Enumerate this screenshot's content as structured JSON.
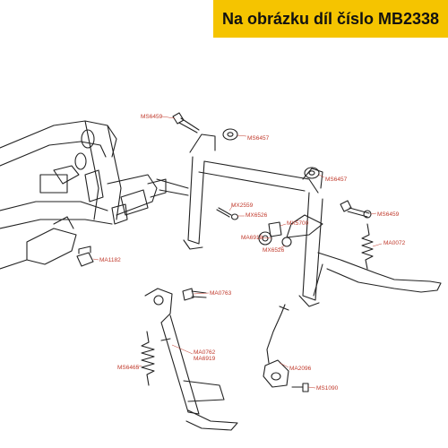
{
  "banner": {
    "text": "Na obrázku díl číslo MB2338",
    "bg": "#f5c400"
  },
  "colors": {
    "label": "#c0392b",
    "line": "#222222",
    "leader": "#c0392b"
  },
  "labels": {
    "ms6459_top": "MS6459",
    "ms6457_top": "MS6457",
    "ms6457_mid": "MS6457",
    "ms6459_right": "MS6459",
    "mx2559": "MX2559",
    "mx6526_a": "MX6526",
    "mx5700": "MX5700",
    "ma6918": "MA6918",
    "mx6526_b": "MX6526",
    "ma0072": "MA0072",
    "ma1182": "MA1182",
    "ma0763": "MA0763",
    "ma0762": "MA0762",
    "ma6919": "MA6919",
    "ms6465": "MS6465",
    "ma2096": "MA2096",
    "ms1090": "MS1090"
  }
}
